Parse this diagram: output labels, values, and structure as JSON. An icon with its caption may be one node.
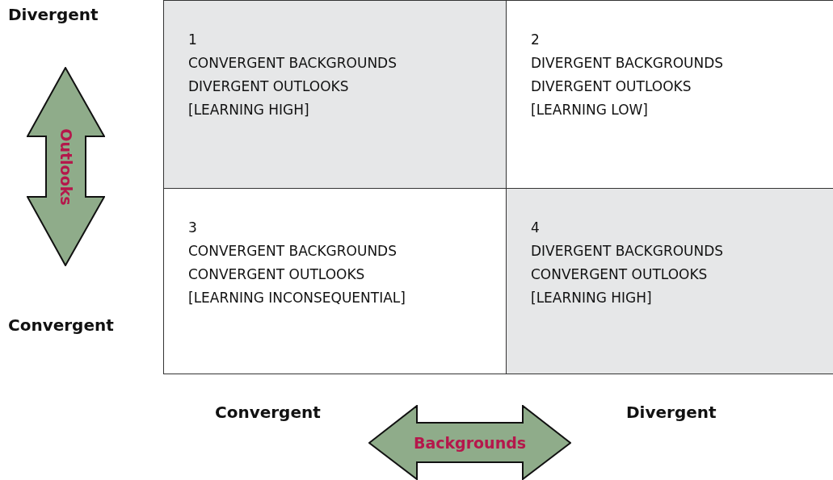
{
  "diagram": {
    "nodes": [
      {
        "text": [
          "1",
          "CONVERGENT BACKGROUNDS",
          "DIVERGENT OUTLOOKS",
          "[LEARNING HIGH]"
        ]
      },
      {
        "text": [
          "2",
          "DIVERGENT BACKGROUNDS",
          "DIVERGENT OUTLOOKS",
          "[LEARNING LOW]"
        ]
      },
      {
        "text": [
          "3",
          "CONVERGENT BACKGROUNDS",
          "CONVERGENT OUTLOOKS",
          "[LEARNING INCONSEQUENTIAL]"
        ]
      },
      {
        "text": [
          "4",
          "DIVERGENT BACKGROUNDS",
          "CONVERGENT OUTLOOKS",
          "[LEARNING HIGH]"
        ]
      },
      {
        "text": [
          "Outlooks"
        ]
      },
      {
        "text": [
          "Backgrounds"
        ]
      }
    ],
    "edges": [],
    "labels": [
      "Divergent",
      "Convergent",
      "Convergent",
      "Divergent"
    ]
  }
}
